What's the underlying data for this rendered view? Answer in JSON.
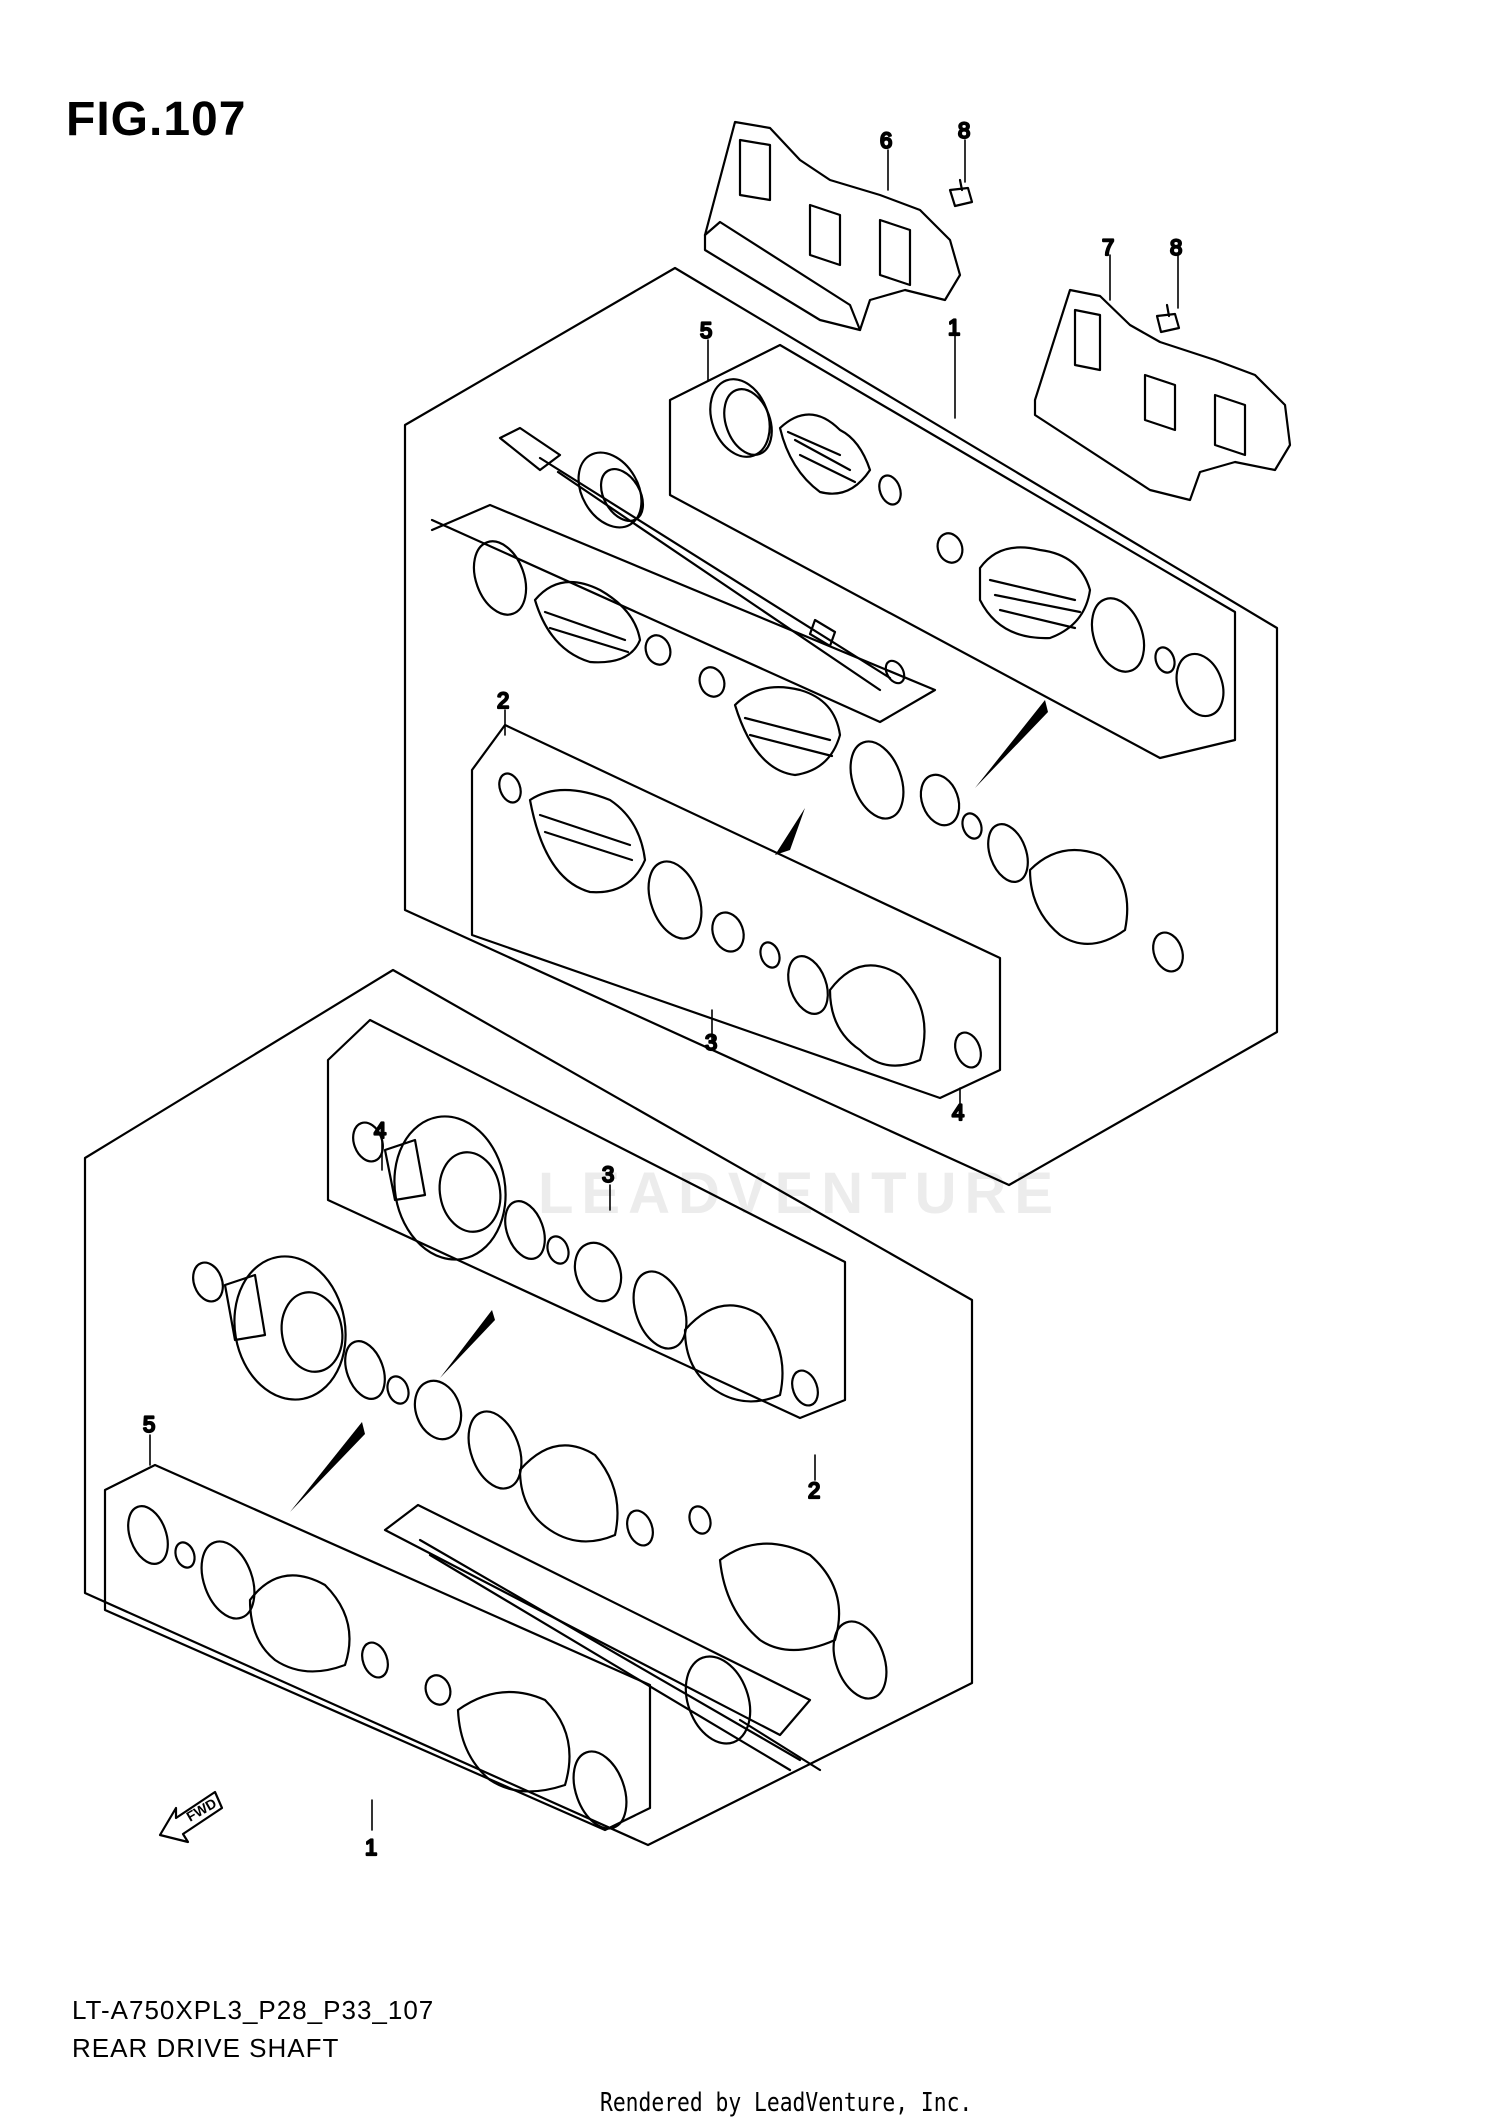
{
  "figure": {
    "title": "FIG.107",
    "code": "LT-A750XPL3_P28_P33_107",
    "name": "REAR DRIVE SHAFT",
    "rendered_by": "Rendered by LeadVenture, Inc.",
    "watermark": "LEADVENTURE",
    "fwd_label": "FWD"
  },
  "callouts": {
    "c6": "6",
    "c8a": "8",
    "c7": "7",
    "c8b": "8",
    "c5_top": "5",
    "c1_top": "1",
    "c2_top": "2",
    "c3_top": "3",
    "c4_top": "4",
    "c4_bottom": "4",
    "c3_bottom": "3",
    "c2_bottom": "2",
    "c5_bottom": "5",
    "c1_bottom": "1"
  }
}
